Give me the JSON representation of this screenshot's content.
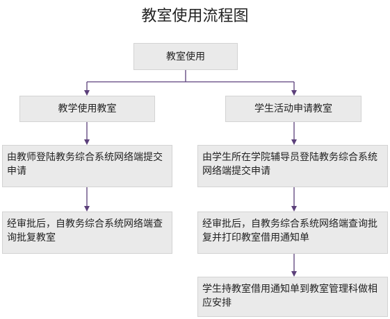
{
  "diagram": {
    "title": "教室使用流程图",
    "root": "教室使用",
    "left_branch": {
      "header": "教学使用教室",
      "step1": "由教师登陆教务综合系统网络端提交申请",
      "step2": "经审批后，自教务综合系统网络端查询批复教室"
    },
    "right_branch": {
      "header": "学生活动申请教室",
      "step1": "由学生所在学院辅导员登陆教务综合系统网络端提交申请",
      "step2": "经审批后，自教务综合系统网络端查询批复并打印教室借用通知单",
      "step3": "学生持教室借用通知单到教室管理科做相应安排"
    },
    "colors": {
      "arrow": "#5b3f7a",
      "box_fill": "#eaeaea",
      "box_border": "#d3d3d3"
    }
  }
}
